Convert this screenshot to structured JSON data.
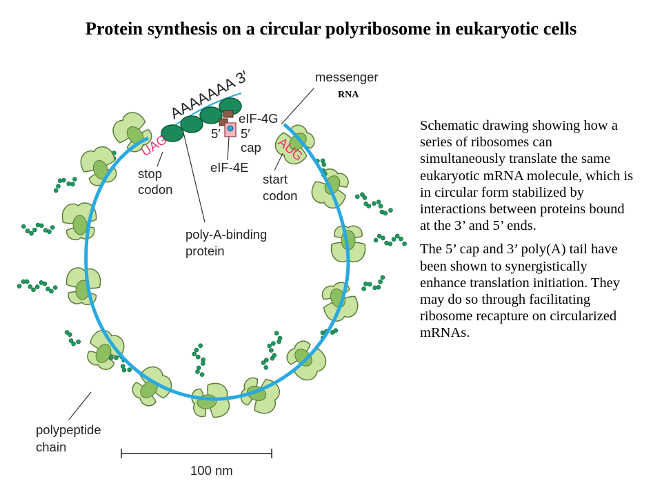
{
  "title": "Protein synthesis on a circular polyribosome in eukaryotic cells",
  "description": {
    "paragraph1": "Schematic drawing showing how a series of ribosomes can simultaneously translate the same eukaryotic mRNA molecule, which is in circular form stabilized by interactions between proteins bound at the 3’ and 5’ ends.",
    "paragraph2": "The 5’ cap and 3’ poly(A) tail have been shown to synergistically enhance translation initiation. They may do so through facilitating ribosome recapture on circularized mRNAs."
  },
  "labels": {
    "messenger_line1": "messenger",
    "messenger_line2": "RNA",
    "poly_a_tail": "AAAAAAA 3′",
    "eif4g": "eIF-4G",
    "five_prime": "5′",
    "five_prime_cap": "5′",
    "cap": "cap",
    "eif4e": "eIF-4E",
    "uag": "UAG",
    "aug": "AUG",
    "stop_line1": "stop",
    "stop_line2": "codon",
    "start_line1": "start",
    "start_line2": "codon",
    "pabp_line1": "poly-A-binding",
    "pabp_line2": "protein",
    "polypeptide_line1": "polypeptide",
    "polypeptide_line2": "chain",
    "scale_bar": "100 nm"
  },
  "colors": {
    "mrna_ring": "#29a9e0",
    "ribosome_fill": "#c9e3a0",
    "ribosome_stroke": "#5a7a3a",
    "ribosome_dark": "#8cbf5f",
    "pabp": "#1a8a5a",
    "polypeptide": "#1f9a5e",
    "codon_red": "#e8336b",
    "cap_pink": "#f2b7bd",
    "eif4g_brown": "#8a5a4a"
  }
}
